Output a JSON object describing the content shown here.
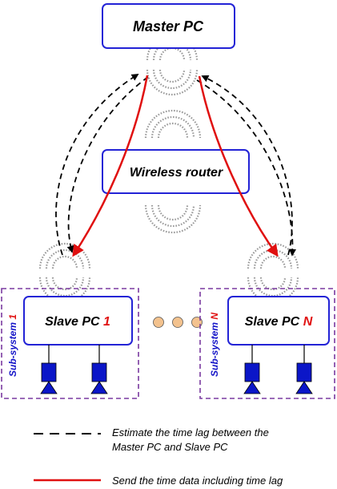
{
  "master": {
    "label": "Master PC"
  },
  "router": {
    "label": "Wireless router"
  },
  "slaves": [
    {
      "label": "Slave PC",
      "index": "1",
      "subsystem_prefix": "Sub-system",
      "subsystem_index": "1"
    },
    {
      "label": "Slave PC",
      "index": "N",
      "subsystem_prefix": "Sub-system",
      "subsystem_index": "N"
    }
  ],
  "legend": {
    "dashed_line_1": "Estimate the time lag between the",
    "dashed_line_2": "Master PC and Slave PC",
    "solid_line": "Send the time data including time lag"
  },
  "colors": {
    "box_border": "#2323d6",
    "dashed_line": "#000000",
    "solid_arrow": "#e01010",
    "subsystem_border": "#7a3aa0",
    "subsystem_text": "#1515c8",
    "index_text": "#e01010",
    "camera": "#0b16c8",
    "dot_fill": "#f3c28e",
    "wifi_waves": "#9a9a9a"
  }
}
